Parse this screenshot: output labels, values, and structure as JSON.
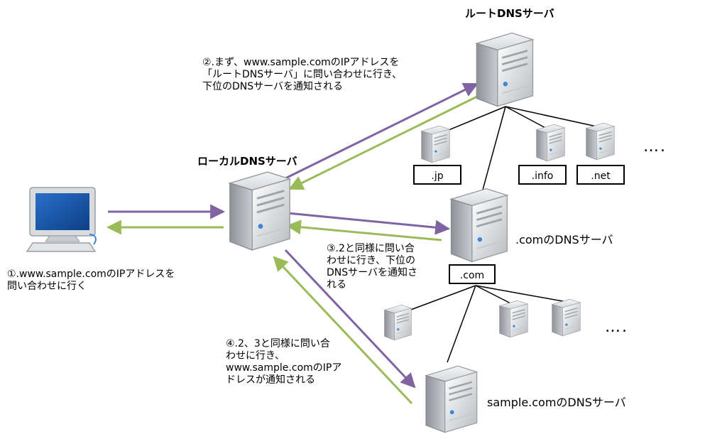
{
  "titles": {
    "root": "ルートDNSサーバ",
    "local": "ローカルDNSサーバ",
    "com": ".comのDNSサーバ",
    "sample": "sample.comのDNSサーバ"
  },
  "tld_boxes": {
    "jp": ".jp",
    "info": ".info",
    "net": ".net",
    "com": ".com"
  },
  "ellipsis": "….",
  "steps": {
    "step1": "①.www.sample.comのIPアドレスを\n問い合わせに行く",
    "step2": "②.まず、www.sample.comのIPアドレスを\n「ルートDNSサーバ」に問い合わせに行き、\n下位のDNSサーバを通知される",
    "step3": "③.2と同様に問い合\nわせに行き、下位の\nDNSサーバを通知さ\nれる",
    "step4": "④.2、3と同様に問い合\nわせに行き、\nwww.sample.comのIPア\nドレスが通知される"
  },
  "colors": {
    "request_arrow": "#8064A2",
    "response_arrow": "#9BBB59",
    "tree_line": "#000000"
  }
}
